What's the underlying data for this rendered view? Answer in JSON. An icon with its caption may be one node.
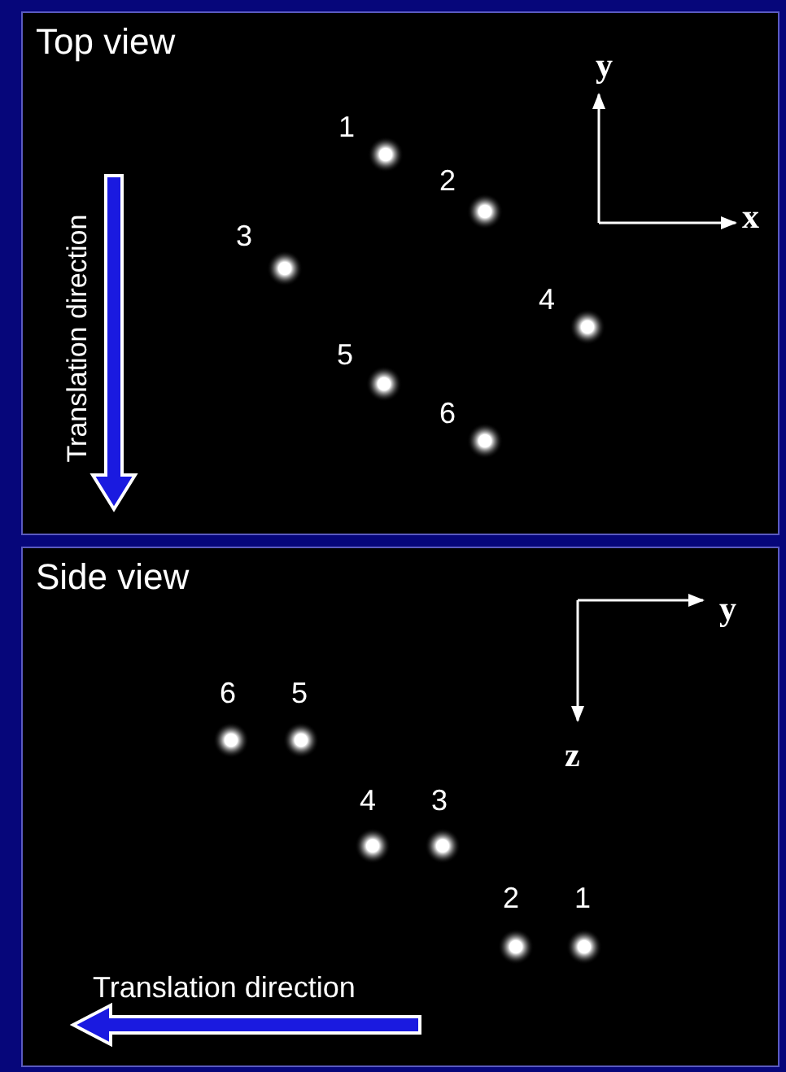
{
  "diagram": {
    "nodes": [
      {
        "text": [
          "Top view"
        ]
      },
      {
        "text": [
          "Side view"
        ]
      }
    ],
    "labels": [
      "y",
      "1",
      "2",
      "x",
      "3",
      "4",
      "5",
      "6",
      "Translation direction",
      "y",
      "6",
      "5",
      "z",
      "4",
      "3",
      "2",
      "1",
      "Translation direction"
    ]
  }
}
